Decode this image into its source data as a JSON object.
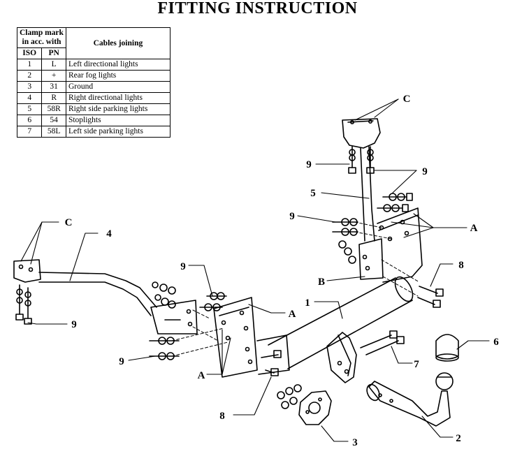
{
  "title": "FITTING INSTRUCTION",
  "table": {
    "header_clamp": "Clamp mark\nin acc. with",
    "header_cables": "Cables joining",
    "header_iso": "ISO",
    "header_pn": "PN",
    "rows": [
      {
        "iso": "1",
        "pn": "L",
        "desc": "Left directional lights"
      },
      {
        "iso": "2",
        "pn": "+",
        "desc": "Rear fog lights"
      },
      {
        "iso": "3",
        "pn": "31",
        "desc": "Ground"
      },
      {
        "iso": "4",
        "pn": "R",
        "desc": "Right directional lights"
      },
      {
        "iso": "5",
        "pn": "58R",
        "desc": "Right side parking lights"
      },
      {
        "iso": "6",
        "pn": "54",
        "desc": "Stoplights"
      },
      {
        "iso": "7",
        "pn": "58L",
        "desc": "Left side parking lights"
      }
    ]
  },
  "labels": {
    "c_top": "C",
    "c_left": "C",
    "n9_top": "9",
    "n9_topright": "9",
    "n5": "5",
    "n9_mid": "9",
    "a_right": "A",
    "n4": "4",
    "n9_left_mid": "9",
    "b": "B",
    "n8_right": "8",
    "n1": "1",
    "a_center": "A",
    "n9_left": "9",
    "n6": "6",
    "n9_bottom": "9",
    "n7": "7",
    "a_bottom": "A",
    "n8_bottom": "8",
    "n3": "3",
    "n2": "2"
  }
}
